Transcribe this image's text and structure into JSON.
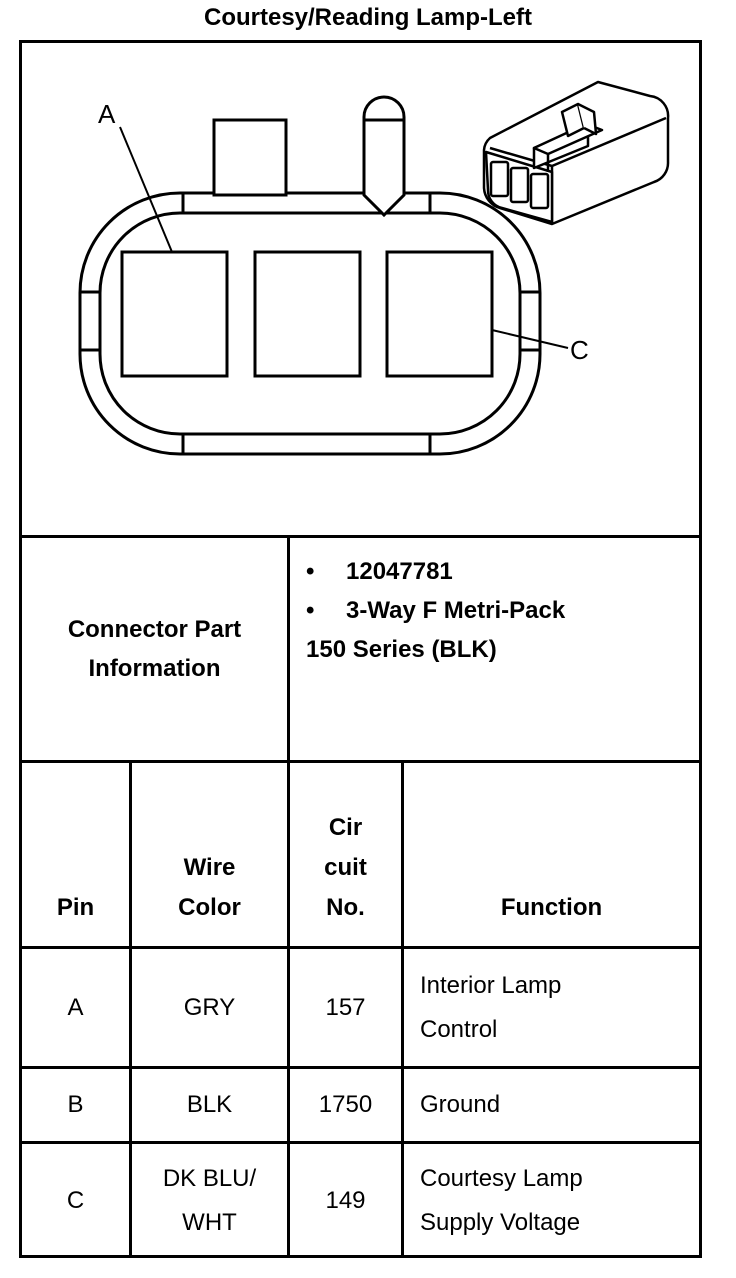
{
  "title": "Courtesy/Reading Lamp-Left",
  "diagram": {
    "labels": {
      "a": "A",
      "c": "C"
    }
  },
  "connector_info": {
    "label_line1": "Connector Part",
    "label_line2": "Information",
    "part_number": "12047781",
    "description_line1": "3-Way F Metri-Pack",
    "description_line2": "150 Series (BLK)",
    "bullet": "•"
  },
  "table": {
    "headers": {
      "pin": "Pin",
      "wire_color_line1": "Wire",
      "wire_color_line2": "Color",
      "circuit_line1": "Cir",
      "circuit_line2": "cuit",
      "circuit_line3": "No.",
      "function": "Function"
    },
    "rows": [
      {
        "pin": "A",
        "wire_line1": "GRY",
        "wire_line2": "",
        "circuit": "157",
        "function_line1": "Interior Lamp",
        "function_line2": "Control"
      },
      {
        "pin": "B",
        "wire_line1": "BLK",
        "wire_line2": "",
        "circuit": "1750",
        "function_line1": "Ground",
        "function_line2": ""
      },
      {
        "pin": "C",
        "wire_line1": "DK BLU/",
        "wire_line2": "WHT",
        "circuit": "149",
        "function_line1": "Courtesy Lamp",
        "function_line2": "Supply Voltage"
      }
    ]
  }
}
